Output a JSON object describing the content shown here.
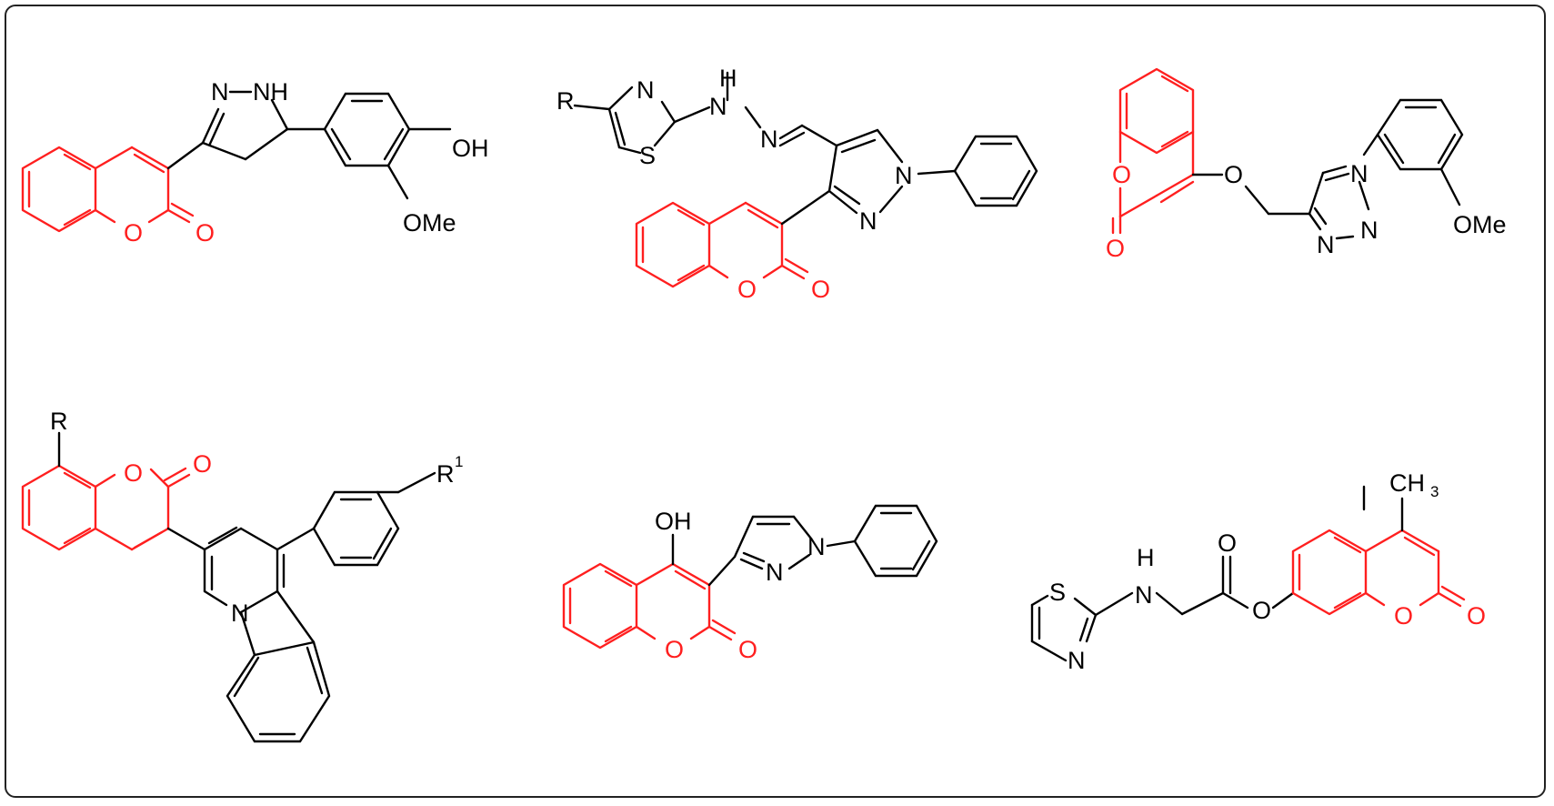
{
  "colors": {
    "coumarin": "#ff1f1f",
    "bond": "#000000",
    "frame": "#222222"
  },
  "molecules": [
    {
      "id": "m1",
      "labels": [
        "N",
        "NH",
        "OH",
        "OMe",
        "O",
        "O"
      ]
    },
    {
      "id": "m2",
      "labels": [
        "R",
        "N",
        "S",
        "N",
        "H",
        "N",
        "N",
        "N",
        "O",
        "O"
      ]
    },
    {
      "id": "m3",
      "labels": [
        "O",
        "O",
        "O",
        "N",
        "N",
        "N",
        "OMe"
      ]
    },
    {
      "id": "m4",
      "labels": [
        "R",
        "O",
        "O",
        "R",
        "1",
        "N"
      ]
    },
    {
      "id": "m5",
      "labels": [
        "OH",
        "N",
        "N",
        "O",
        "O"
      ]
    },
    {
      "id": "m6",
      "labels": [
        "CH",
        "3",
        "S",
        "N",
        "H",
        "N",
        "O",
        "O",
        "O",
        "O"
      ]
    }
  ]
}
